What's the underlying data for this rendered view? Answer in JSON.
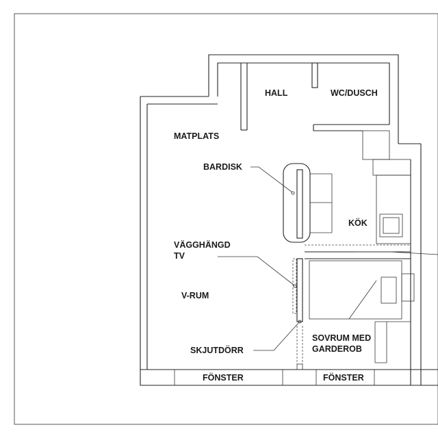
{
  "plan": {
    "rooms": {
      "hall": "HALL",
      "wc": "WC/DUSCH",
      "matplats": "MATPLATS",
      "kok": "KÖK",
      "vrum": "V-RUM",
      "sovrum_line1": "SOVRUM MED",
      "sovrum_line2": "GARDEROB"
    },
    "callouts": {
      "bardisk": "BARDISK",
      "tv_line1": "VÄGGHÄNGD",
      "tv_line2": "TV",
      "skjutdorr": "SKJUTDÖRR"
    },
    "windows": {
      "left": "FÖNSTER",
      "right": "FÖNSTER"
    }
  }
}
